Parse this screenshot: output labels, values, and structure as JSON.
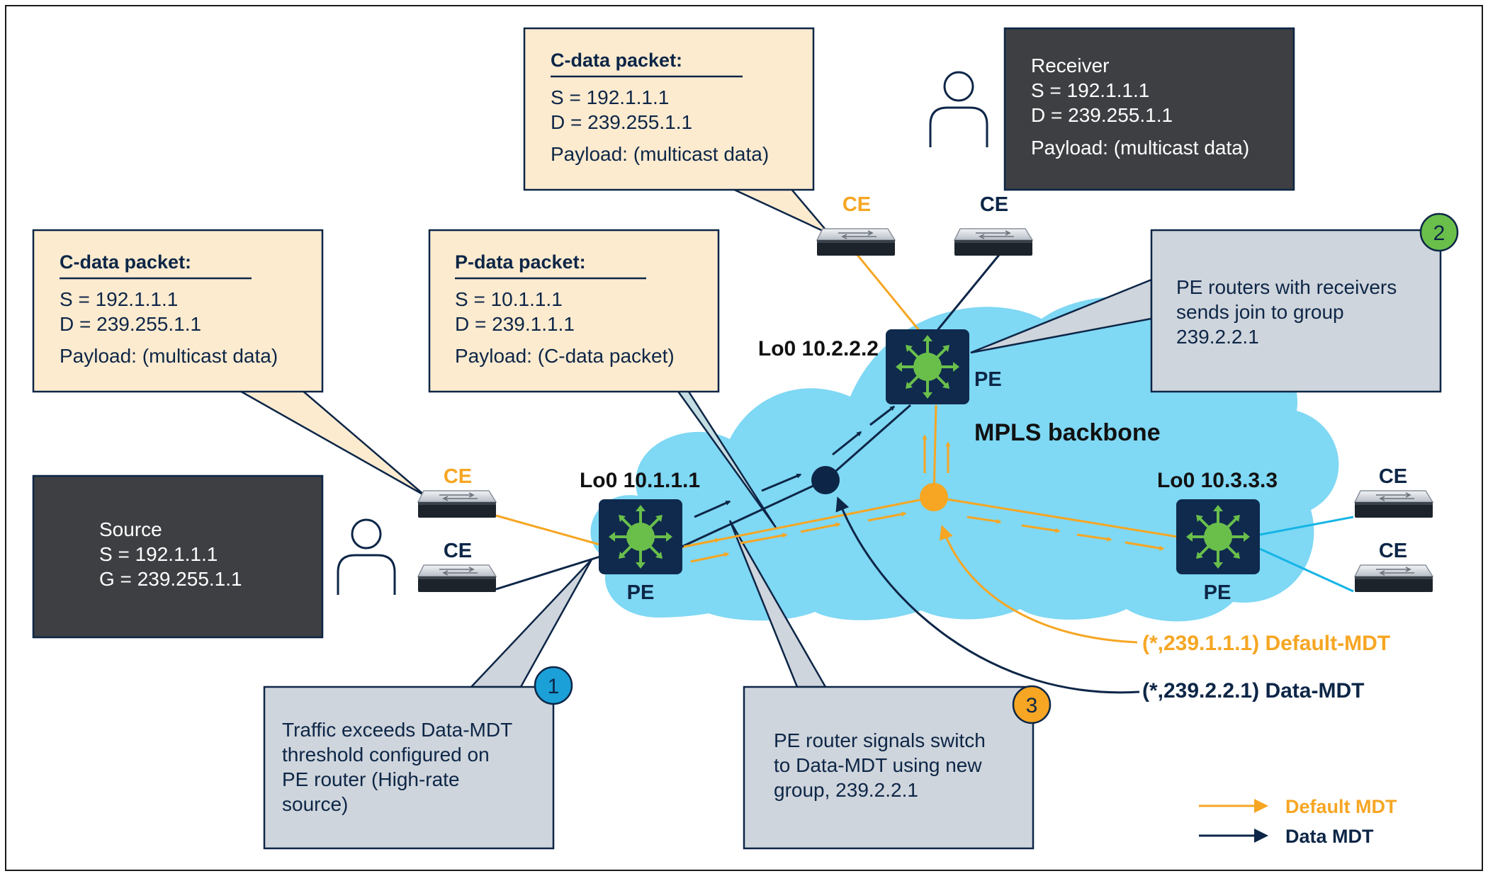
{
  "packets": {
    "c_data_top": {
      "title": "C-data packet:",
      "line1": "S = 192.1.1.1",
      "line2": "D = 239.255.1.1",
      "line3": "Payload: (multicast data)"
    },
    "c_data_left": {
      "title": "C-data packet:",
      "line1": "S = 192.1.1.1",
      "line2": "D = 239.255.1.1",
      "line3": "Payload: (multicast data)"
    },
    "p_data": {
      "title": "P-data packet:",
      "line1": "S = 10.1.1.1",
      "line2": "D = 239.1.1.1",
      "line3": "Payload: (C-data packet)"
    }
  },
  "receiver": {
    "title": "Receiver",
    "line1": "S = 192.1.1.1",
    "line2": "D = 239.255.1.1",
    "line3": "Payload: (multicast data)"
  },
  "source": {
    "title": "Source",
    "line1": "S = 192.1.1.1",
    "line2": "G = 239.255.1.1"
  },
  "callouts": {
    "step1": {
      "number": "1",
      "lines": [
        "Traffic exceeds Data-MDT",
        "threshold configured on",
        "PE router (High-rate",
        "source)"
      ],
      "color": "#1ba0d7"
    },
    "step2": {
      "number": "2",
      "lines": [
        "PE routers with receivers",
        "sends join to group",
        "239.2.2.1"
      ],
      "color": "#6abf4b"
    },
    "step3": {
      "number": "3",
      "lines": [
        "PE router signals switch",
        "to Data-MDT using new",
        "group, 239.2.2.1"
      ],
      "color": "#f6a623"
    }
  },
  "nodes": {
    "pe_left": {
      "loopback": "Lo0 10.1.1.1",
      "label": "PE"
    },
    "pe_top": {
      "loopback": "Lo0 10.2.2.2",
      "label": "PE"
    },
    "pe_right": {
      "loopback": "Lo0 10.3.3.3",
      "label": "PE"
    },
    "ce_left_top": "CE",
    "ce_left_bottom": "CE",
    "ce_top_left": "CE",
    "ce_top_right": "CE",
    "ce_right_top": "CE",
    "ce_right_bottom": "CE"
  },
  "backbone_label": "MPLS backbone",
  "tree_labels": {
    "default_mdt": "(*,239.1.1.1) Default-MDT",
    "data_mdt": "(*,239.2.2.1) Data-MDT"
  },
  "legend": {
    "default": "Default MDT",
    "data": "Data MDT"
  },
  "colors": {
    "orange": "#f6a623",
    "navy": "#0d2647",
    "cloud": "#7fd8f4",
    "packet_fill": "#fdebd0",
    "callout_fill": "#cfd5dc",
    "dark_box": "#3d3f42",
    "router_fill": "#0f2a4d",
    "router_green": "#6abf4b",
    "cyan_link": "#15b4e6"
  }
}
